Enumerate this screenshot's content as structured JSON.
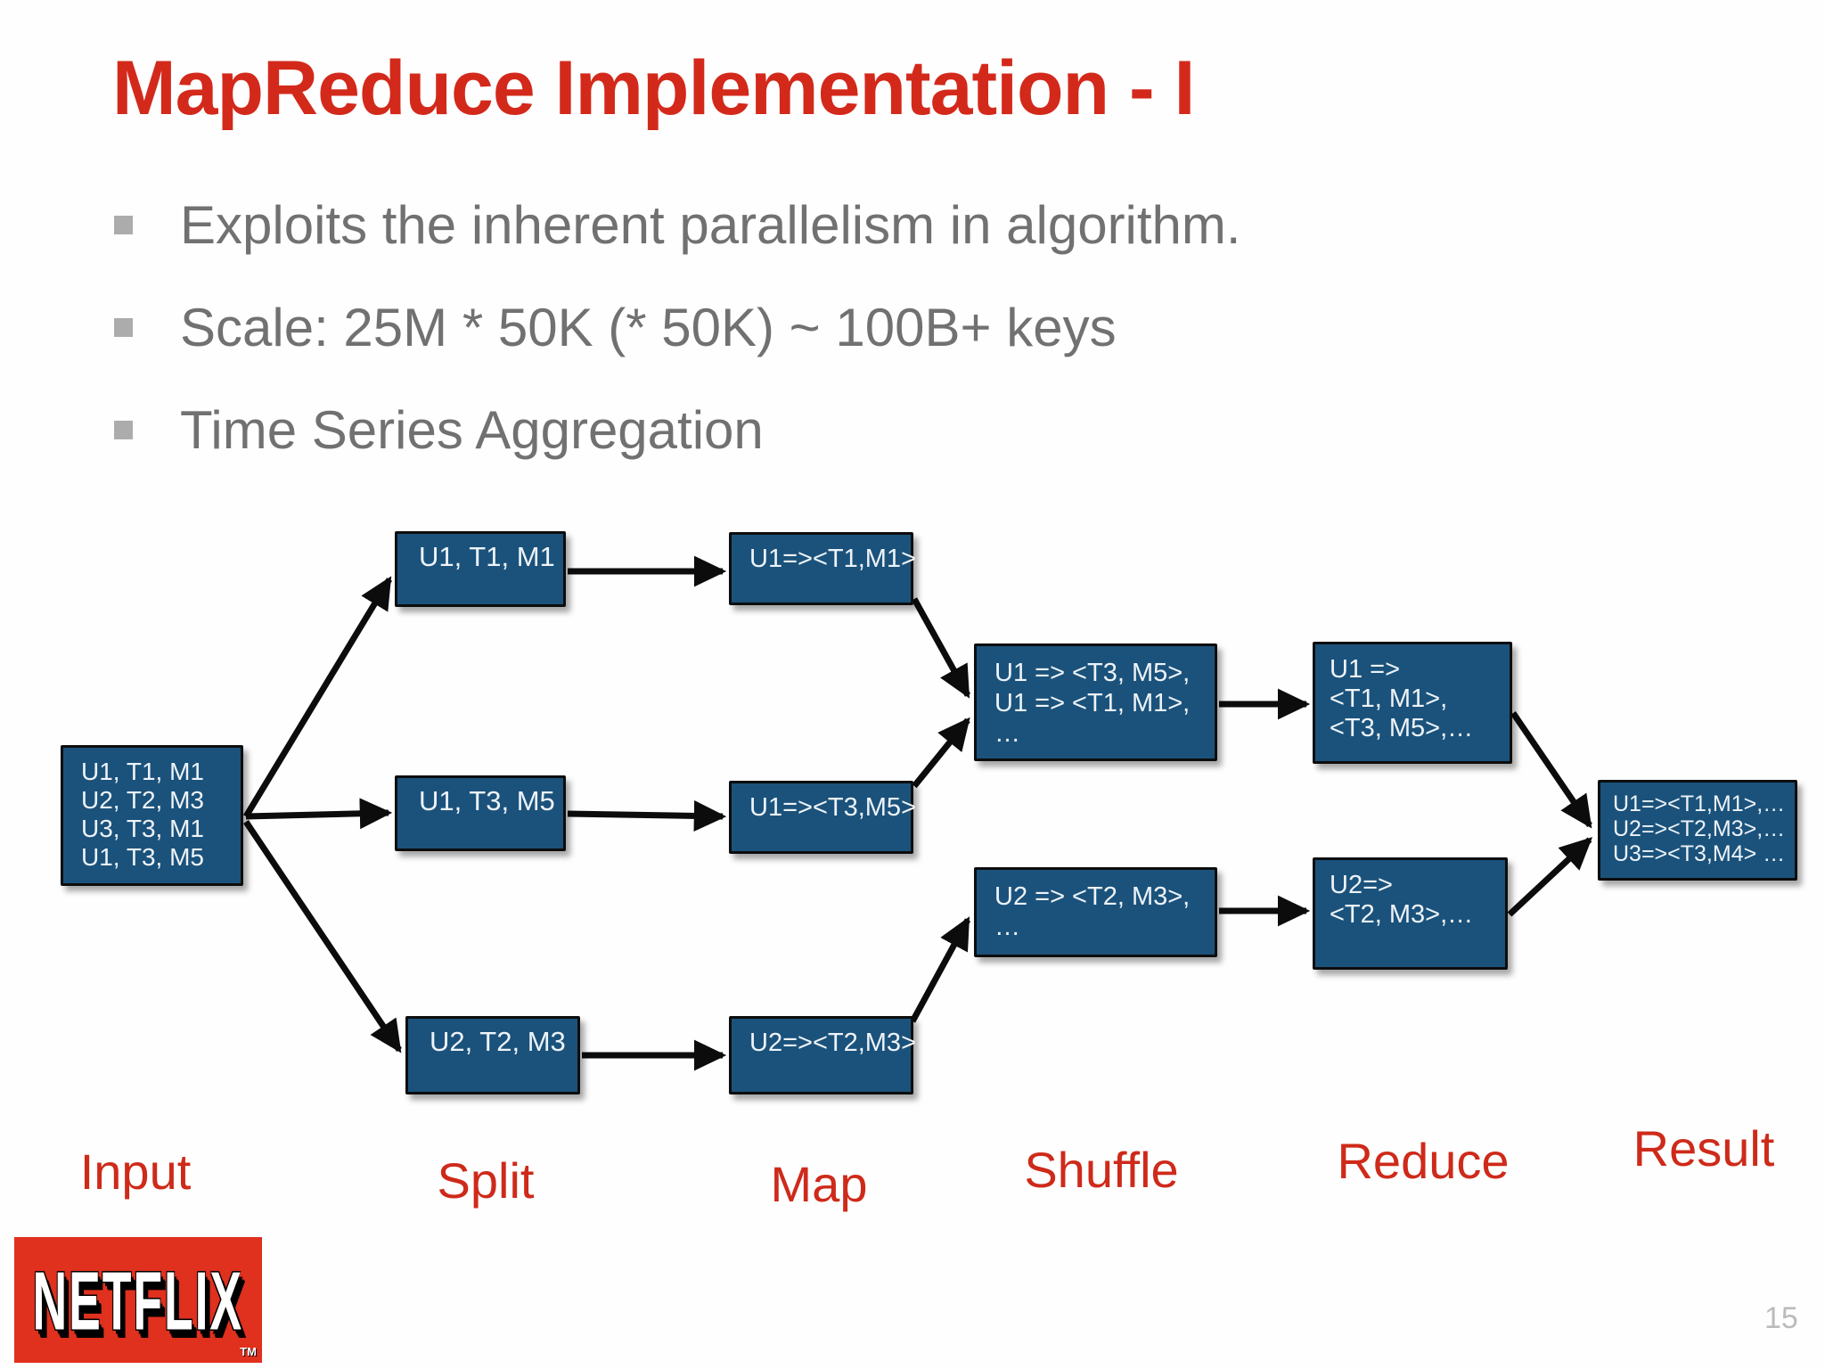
{
  "slide": {
    "title": "MapReduce Implementation - I",
    "bullets": [
      "Exploits the inherent parallelism in algorithm.",
      "Scale: 25M * 50K (* 50K) ~ 100B+ keys",
      "Time Series Aggregation"
    ],
    "page_number": "15"
  },
  "diagram": {
    "stage_labels": [
      "Input",
      "Split",
      "Map",
      "Shuffle",
      "Reduce",
      "Result"
    ],
    "input": {
      "lines": [
        "U1, T1, M1",
        "U2, T2, M3",
        "U3, T3, M1",
        "U1, T3, M5"
      ]
    },
    "split": [
      {
        "text": "U1, T1, M1"
      },
      {
        "text": "U1, T3, M5"
      },
      {
        "text": "U2, T2, M3"
      }
    ],
    "map": [
      {
        "text": "U1=><T1,M1>"
      },
      {
        "text": "U1=><T3,M5>"
      },
      {
        "text": "U2=><T2,M3>"
      }
    ],
    "shuffle": [
      {
        "lines": [
          "U1 => <T3, M5>,",
          "U1 => <T1, M1>,",
          "…"
        ]
      },
      {
        "lines": [
          "U2 => <T2, M3>,",
          "…"
        ]
      }
    ],
    "reduce": [
      {
        "lines": [
          "U1 =>",
          "<T1, M1>,",
          "<T3, M5>,…"
        ]
      },
      {
        "lines": [
          "U2=>",
          "<T2, M3>,…"
        ]
      }
    ],
    "result": {
      "lines": [
        "U1=><T1,M1>,…",
        "U2=><T2,M3>,…",
        "U3=><T3,M4> …"
      ]
    }
  },
  "logo": {
    "brand": "NETFLIX",
    "trademark": "TM"
  },
  "colors": {
    "title_red": "#D3291B",
    "label_red": "#CE2A1A",
    "box_fill": "#1B527B",
    "box_text": "#EDF3F8",
    "bullet_text": "#717171",
    "bullet_marker": "#ACACAC",
    "netflix_red": "#E0301E",
    "page_gray": "#BBBBBB"
  }
}
